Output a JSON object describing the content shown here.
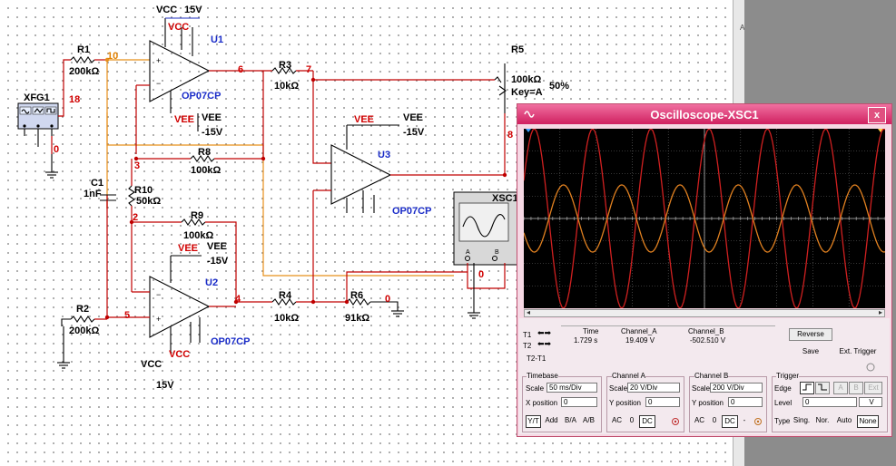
{
  "schematic": {
    "vcc_top_label": "VCC",
    "vcc_top_value": "15V",
    "vcc_pin_top": "VCC",
    "u1": "U1",
    "u1_model": "OP07CP",
    "u1_vee_pin": "VEE",
    "u1_vee": "VEE",
    "u1_vee_value": "-15V",
    "r1": "R1",
    "r1_value": "200kΩ",
    "xfg1": "XFG1",
    "net18": "18",
    "net0a": "0",
    "net10": "10",
    "net6": "6",
    "r3": "R3",
    "r3_value": "10kΩ",
    "net7": "7",
    "r5": "R5",
    "r5_value": "100kΩ",
    "r5_key": "Key=A",
    "r5_pct": "50%",
    "net8": "8",
    "u3_vee_pin": "VEE",
    "u3_vee": "VEE",
    "u3_vee_value": "-15V",
    "u3": "U3",
    "u3_model": "OP07CP",
    "r8": "R8",
    "r8_value": "100kΩ",
    "net3": "3",
    "c1": "C1",
    "c1_value": "1nF",
    "r10": "R10",
    "r10_value": "50kΩ",
    "net2": "2",
    "r9": "R9",
    "r9_value": "100kΩ",
    "u2_vee_pin": "VEE",
    "u2_vee": "VEE",
    "u2_vee_value": "-15V",
    "u2": "U2",
    "u2_model": "OP07CP",
    "u2_vcc_pin": "VCC",
    "r2": "R2",
    "r2_value": "200kΩ",
    "net5": "5",
    "net4": "4",
    "r4": "R4",
    "r4_value": "10kΩ",
    "r6": "R6",
    "r6_value": "91kΩ",
    "net0b": "0",
    "net0c": "0",
    "xsc1": "XSC1",
    "vcc_bottom_label": "VCC",
    "vcc_bottom_value": "15V",
    "corner_a": "A",
    "pin_a": "A",
    "pin_b": "B"
  },
  "oscilloscope": {
    "title": "Oscilloscope-XSC1",
    "close": "x",
    "readout": {
      "t1": "T1",
      "t2": "T2",
      "t2t1": "T2-T1",
      "time_header": "Time",
      "cha_header": "Channel_A",
      "chb_header": "Channel_B",
      "time": "1.729 s",
      "cha": "19.409 V",
      "chb": "-502.510 V"
    },
    "reverse_label": "Reverse",
    "save_label": "Save",
    "ext_trigger_label": "Ext. Trigger",
    "timebase": {
      "title": "Timebase",
      "scale_label": "Scale",
      "scale": "50 ms/Div",
      "xpos_label": "X position",
      "xpos": "0",
      "modes": [
        "Y/T",
        "Add",
        "B/A",
        "A/B"
      ]
    },
    "channel_a": {
      "title": "Channel A",
      "scale_label": "Scale",
      "scale": "20  V/Div",
      "ypos_label": "Y position",
      "ypos": "0",
      "coupling": [
        "AC",
        "0",
        "DC"
      ]
    },
    "channel_b": {
      "title": "Channel B",
      "scale_label": "Scale",
      "scale": "200  V/Div",
      "ypos_label": "Y position",
      "ypos": "0",
      "coupling": [
        "AC",
        "0",
        "DC",
        "-"
      ]
    },
    "trigger": {
      "title": "Trigger",
      "edge_label": "Edge",
      "level_label": "Level",
      "level": "0",
      "level_unit": "V",
      "sources": [
        "A",
        "B",
        "Ext"
      ],
      "type_label": "Type",
      "types": [
        "Sing.",
        "Nor.",
        "Auto",
        "None"
      ]
    },
    "colors": {
      "channel_a": "#d02020",
      "channel_b": "#e08020",
      "screen_bg": "#000000",
      "grid": "#6a6a6a"
    }
  },
  "chart_data": {
    "type": "line",
    "xlabel": "",
    "ylabel": "",
    "grid": true,
    "series": [
      {
        "amplitude_div": 4.0,
        "cycles": 6.2,
        "phase_deg": 25
      },
      {
        "amplitude_div": 1.5,
        "cycles": 6.2,
        "phase_deg": 205
      }
    ]
  }
}
